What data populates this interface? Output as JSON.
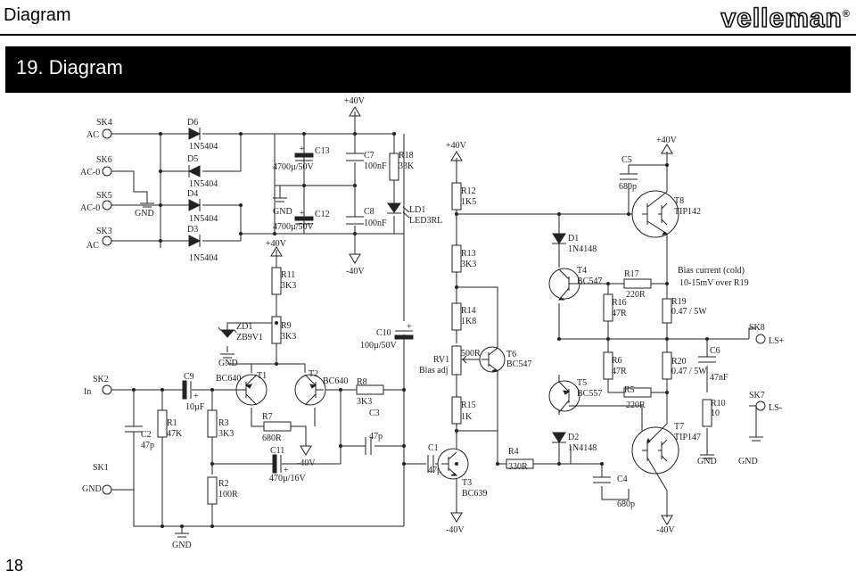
{
  "header": {
    "title": "Diagram",
    "brand": "velleman",
    "registered": "®"
  },
  "banner": {
    "title": "19.  Diagram"
  },
  "footer": {
    "page_number": "18"
  },
  "supply": {
    "pos1": "+40V",
    "pos2": "+40V",
    "pos3": "+40V",
    "pos4": "+40V",
    "neg1": "-40V",
    "neg2": "-40V",
    "neg3": "-40V",
    "neg4": "-40V"
  },
  "connectors": {
    "sk4": "SK4",
    "sk4_pin": "AC",
    "sk6": "SK6",
    "sk6_pin": "AC-0",
    "sk5": "SK5",
    "sk5_pin": "AC-0",
    "sk3": "SK3",
    "sk3_pin": "AC",
    "sk2": "SK2",
    "sk2_pin": "In",
    "sk1": "SK1",
    "sk1_pin": "GND",
    "sk8": "SK8",
    "sk8_pin": "LS+",
    "sk7": "SK7",
    "sk7_pin": "LS-"
  },
  "grounds": {
    "g1": "GND",
    "g2": "GND",
    "g3": "GND",
    "g4": "GND",
    "g5": "GND",
    "g6": "GND"
  },
  "components": {
    "d6": "D6",
    "d6_v": "1N5404",
    "d5": "D5",
    "d5_v": "1N5404",
    "d4": "D4",
    "d4_v": "1N5404",
    "d3": "D3",
    "d3_v": "1N5404",
    "c13": "C13",
    "c13_v": "4700µ/50V",
    "c12": "C12",
    "c12_v": "4700µ/50V",
    "c7": "C7",
    "c7_v": "100nF",
    "c8": "C8",
    "c8_v": "100nF",
    "r18": "R18",
    "r18_v": "33K",
    "ld1": "LD1",
    "ld1_v": "LED3RL",
    "r11": "R11",
    "r11_v": "3K3",
    "zd1": "ZD1",
    "zd1_v": "ZB9V1",
    "r9": "R9",
    "r9_v": "3K3",
    "c10": "C10",
    "c10_v": "100µ/50V",
    "c9": "C9",
    "c9_v": "10µF",
    "t1": "T1",
    "t1_v": "BC640",
    "t2": "T2",
    "t2_v": "BC640",
    "r8": "R8",
    "r8_v": "3K3",
    "c3": "C3",
    "c3_v": "47p",
    "r1": "R1",
    "r1_v": "47K",
    "c2": "C2",
    "c2_v": "47p",
    "r3": "R3",
    "r3_v": "3K3",
    "r7": "R7",
    "r7_v": "680R",
    "c11": "C11",
    "c11_v": "470µ/16V",
    "r2": "R2",
    "r2_v": "100R",
    "r12": "R12",
    "r12_v": "1K5",
    "r13": "R13",
    "r13_v": "3K3",
    "r14": "R14",
    "r14_v": "1K8",
    "rv1": "RV1",
    "rv1_v": "Bias adj",
    "rv1_r": "500R",
    "r15": "R15",
    "r15_v": "1K",
    "t6": "T6",
    "t6_v": "BC547",
    "c1": "C1",
    "c1_v": "47p",
    "t3": "T3",
    "t3_v": "BC639",
    "r4": "R4",
    "r4_v": "330R",
    "d1": "D1",
    "d1_v": "1N4148",
    "d2": "D2",
    "d2_v": "1N4148",
    "t4": "T4",
    "t4_v": "BC547",
    "t5": "T5",
    "t5_v": "BC557",
    "r17": "R17",
    "r17_v": "220R",
    "r16": "R16",
    "r16_v": "47R",
    "r6": "R6",
    "r6_v": "47R",
    "r5": "R5",
    "r5_v": "220R",
    "c5": "C5",
    "c5_v": "680p",
    "c4": "C4",
    "c4_v": "680p",
    "t8": "T8",
    "t8_v": "TIP142",
    "t7": "T7",
    "t7_v": "TIP147",
    "r19": "R19",
    "r19_v": "0.47 / 5W",
    "r20": "R20",
    "r20_v": "0.47 / 5W",
    "c6": "C6",
    "c6_v": "47nF",
    "r10": "R10",
    "r10_v": "10"
  },
  "notes": {
    "bias_line1": "Bias current (cold)",
    "bias_line2": "10-15mV over R19"
  }
}
